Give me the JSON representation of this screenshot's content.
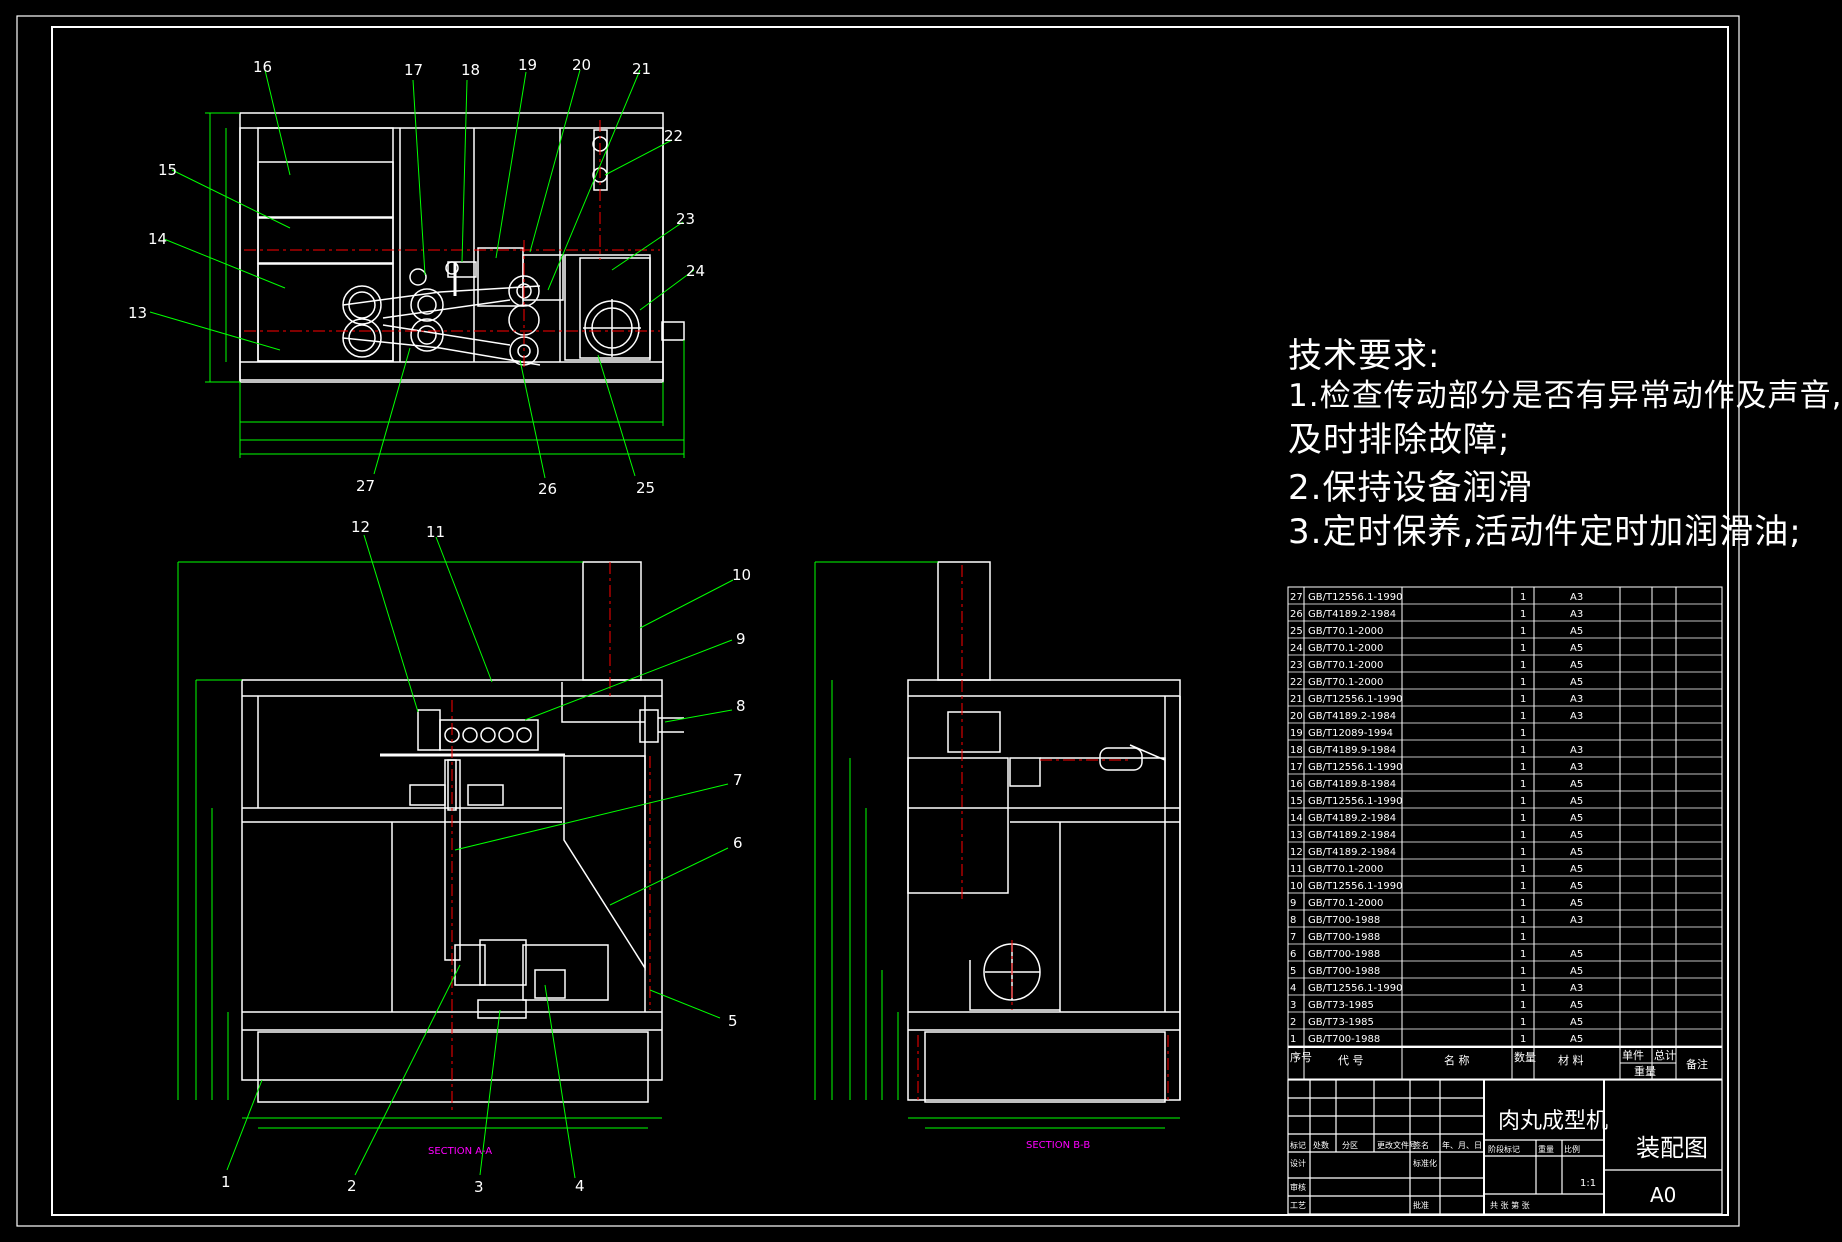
{
  "drawing": {
    "title": "肉丸成型机",
    "drawing_type": "装配图",
    "sheet_size": "A0",
    "scale": "1:1",
    "section_labels": [
      "SECTION A-A",
      "SECTION B-B"
    ]
  },
  "tech_requirements": {
    "heading": "技术要求:",
    "line1": "1.检查传动部分是否有异常动作及声音,",
    "line2": "及时排除故障;",
    "line3": "2.保持设备润滑",
    "line4": "3.定时保养,活动件定时加润滑油;"
  },
  "bom_header": {
    "no": "序号",
    "code": "代 号",
    "name": "名 称",
    "qty": "数量",
    "material": "材 料",
    "unit_weight": "单件",
    "total_weight": "总计",
    "weight": "重量",
    "remark": "备注"
  },
  "bom_rows": [
    {
      "no": "27",
      "code": "GB/T12556.1-1990",
      "qty": "1",
      "mat": "A3"
    },
    {
      "no": "26",
      "code": "GB/T4189.2-1984",
      "qty": "1",
      "mat": "A3"
    },
    {
      "no": "25",
      "code": "GB/T70.1-2000",
      "qty": "1",
      "mat": "A5"
    },
    {
      "no": "24",
      "code": "GB/T70.1-2000",
      "qty": "1",
      "mat": "A5"
    },
    {
      "no": "23",
      "code": "GB/T70.1-2000",
      "qty": "1",
      "mat": "A5"
    },
    {
      "no": "22",
      "code": "GB/T70.1-2000",
      "qty": "1",
      "mat": "A5"
    },
    {
      "no": "21",
      "code": "GB/T12556.1-1990",
      "qty": "1",
      "mat": "A3"
    },
    {
      "no": "20",
      "code": "GB/T4189.2-1984",
      "qty": "1",
      "mat": "A3"
    },
    {
      "no": "19",
      "code": "GB/T12089-1994",
      "qty": "1",
      "mat": ""
    },
    {
      "no": "18",
      "code": "GB/T4189.9-1984",
      "qty": "1",
      "mat": "A3"
    },
    {
      "no": "17",
      "code": "GB/T12556.1-1990",
      "qty": "1",
      "mat": "A3"
    },
    {
      "no": "16",
      "code": "GB/T4189.8-1984",
      "qty": "1",
      "mat": "A5"
    },
    {
      "no": "15",
      "code": "GB/T12556.1-1990",
      "qty": "1",
      "mat": "A5"
    },
    {
      "no": "14",
      "code": "GB/T4189.2-1984",
      "qty": "1",
      "mat": "A5"
    },
    {
      "no": "13",
      "code": "GB/T4189.2-1984",
      "qty": "1",
      "mat": "A5"
    },
    {
      "no": "12",
      "code": "GB/T4189.2-1984",
      "qty": "1",
      "mat": "A5"
    },
    {
      "no": "11",
      "code": "GB/T70.1-2000",
      "qty": "1",
      "mat": "A5"
    },
    {
      "no": "10",
      "code": "GB/T12556.1-1990",
      "qty": "1",
      "mat": "A5"
    },
    {
      "no": "9",
      "code": "GB/T70.1-2000",
      "qty": "1",
      "mat": "A5"
    },
    {
      "no": "8",
      "code": "GB/T700-1988",
      "qty": "1",
      "mat": "A3"
    },
    {
      "no": "7",
      "code": "GB/T700-1988",
      "qty": "1",
      "mat": ""
    },
    {
      "no": "6",
      "code": "GB/T700-1988",
      "qty": "1",
      "mat": "A5"
    },
    {
      "no": "5",
      "code": "GB/T700-1988",
      "qty": "1",
      "mat": "A5"
    },
    {
      "no": "4",
      "code": "GB/T12556.1-1990",
      "qty": "1",
      "mat": "A3"
    },
    {
      "no": "3",
      "code": "GB/T73-1985",
      "qty": "1",
      "mat": "A5"
    },
    {
      "no": "2",
      "code": "GB/T73-1985",
      "qty": "1",
      "mat": "A5"
    },
    {
      "no": "1",
      "code": "GB/T700-1988",
      "qty": "1",
      "mat": "A5"
    }
  ],
  "title_block": {
    "mark": "标记",
    "count": "处数",
    "zone": "分区",
    "change_doc": "更改文件号",
    "signature": "签名",
    "date": "年、月、日",
    "design": "设计",
    "standardize": "标准化",
    "review": "审核",
    "process": "工艺",
    "approve": "批准",
    "stage_mark": "阶段标记",
    "mass": "重量",
    "scale_label": "比例",
    "sheets": "共 张 第 张"
  },
  "top_view_callouts": [
    "13",
    "14",
    "15",
    "16",
    "17",
    "18",
    "19",
    "20",
    "21",
    "22",
    "23",
    "24",
    "25",
    "26",
    "27"
  ],
  "section_a_callouts": [
    "1",
    "2",
    "3",
    "4",
    "5",
    "6",
    "7",
    "8",
    "9",
    "10",
    "11",
    "12"
  ],
  "colors": {
    "background": "#000000",
    "outline": "#ffffff",
    "leader": "#00ff00",
    "centerline": "#ff0000",
    "section_label": "#ff00ff"
  }
}
